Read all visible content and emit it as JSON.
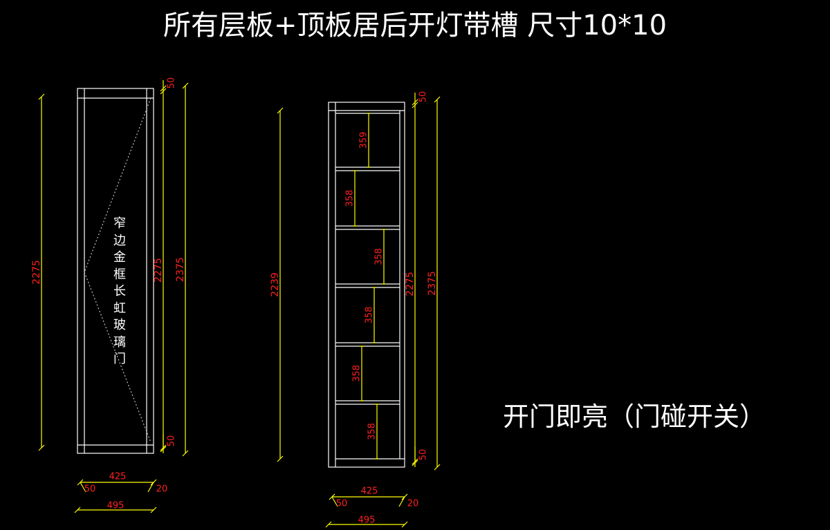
{
  "title": "所有层板+顶板居后开灯带槽  尺寸10*10",
  "note": "开门即亮（门碰开关）",
  "door_label_chars": [
    "窄",
    "边",
    "金",
    "框",
    "长",
    "虹",
    "玻",
    "璃",
    "门"
  ],
  "colors": {
    "background": "#000000",
    "outline": "#ffffff",
    "dimension_line": "#ffff00",
    "dimension_text": "#ff2020",
    "text": "#ffffff"
  },
  "left_cabinet": {
    "dims": {
      "total_height": "2275",
      "inner_height": "2275",
      "outer_height": "2375",
      "top_gap": "50",
      "bottom_gap": "50",
      "inner_width": "425",
      "side_left": "50",
      "side_right": "20",
      "outer_width": "495"
    }
  },
  "right_cabinet": {
    "dims": {
      "total_height": "2239",
      "inner_height": "2275",
      "outer_height": "2375",
      "top_gap": "50",
      "bottom_gap": "50",
      "inner_width": "425",
      "side_left": "50",
      "side_right": "20",
      "outer_width": "495"
    },
    "shelf_spacings": [
      "359",
      "358",
      "358",
      "358",
      "358",
      "358"
    ]
  }
}
